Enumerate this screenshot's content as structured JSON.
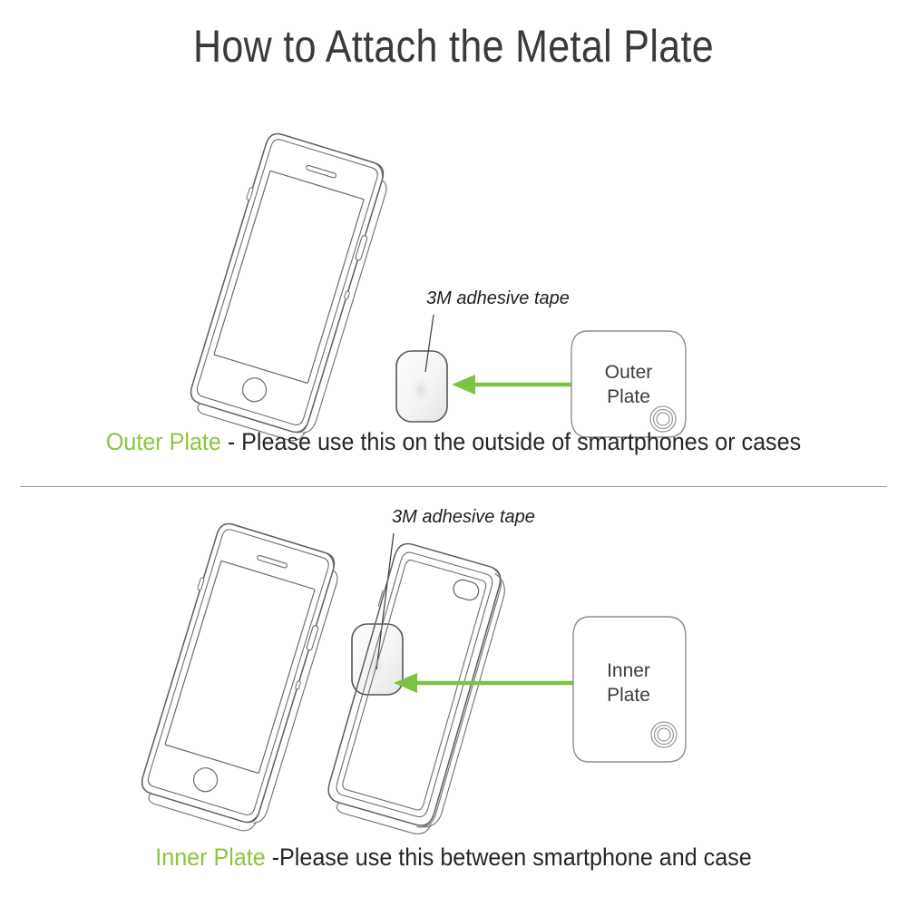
{
  "page": {
    "title": "How to Attach the Metal Plate",
    "background_color": "#ffffff",
    "accent_color": "#8CC63F",
    "line_color": "#5d5d5d"
  },
  "sections": [
    {
      "id": "outer",
      "tape_label": "3M adhesive tape",
      "plate_box": {
        "line1": "Outer",
        "line2": "Plate"
      },
      "caption": {
        "plate_name": "Outer Plate",
        "description": " - Please use this on the outside of smartphones or cases"
      },
      "objects": [
        "smartphone",
        "metal-plate",
        "outer-plate-box",
        "green-arrow"
      ]
    },
    {
      "id": "inner",
      "tape_label": "3M adhesive tape",
      "plate_box": {
        "line1": "Inner",
        "line2": "Plate"
      },
      "caption": {
        "plate_name": "Inner Plate",
        "description": " -Please use this between smartphone and case"
      },
      "objects": [
        "smartphone",
        "metal-plate",
        "phone-case",
        "inner-plate-box",
        "green-arrow"
      ]
    }
  ]
}
